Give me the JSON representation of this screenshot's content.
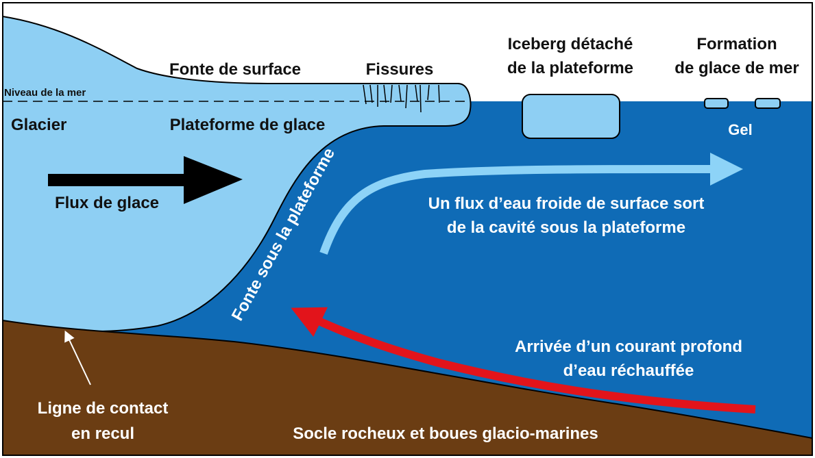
{
  "labels": {
    "sea_level": "Niveau de la mer",
    "surface_melt": "Fonte de surface",
    "fissures": "Fissures",
    "iceberg_line1": "Iceberg détaché",
    "iceberg_line2": "de la plateforme",
    "sea_ice_line1": "Formation",
    "sea_ice_line2": "de glace de mer",
    "glacier": "Glacier",
    "ice_shelf": "Plateforme de glace",
    "freeze": "Gel",
    "ice_flow": "Flux de glace",
    "basal_melt": "Fonte sous la plateforme",
    "cold_outflow_line1": "Un flux d’eau froide de surface sort",
    "cold_outflow_line2": "de la cavité sous la plateforme",
    "warm_inflow_line1": "Arrivée d’un courant profond",
    "warm_inflow_line2": "d’eau réchauffée",
    "grounding_line1": "Ligne de contact",
    "grounding_line2": "en recul",
    "bedrock": "Socle rocheux et boues glacio-marines"
  },
  "colors": {
    "sky": "#ffffff",
    "ice": "#8ecff3",
    "ocean": "#0f6bb6",
    "bedrock": "#6b3d13",
    "cold_arrow": "#8dd3f7",
    "warm_arrow": "#e2141b",
    "ice_flow_arrow": "#000000",
    "outline": "#000000"
  }
}
